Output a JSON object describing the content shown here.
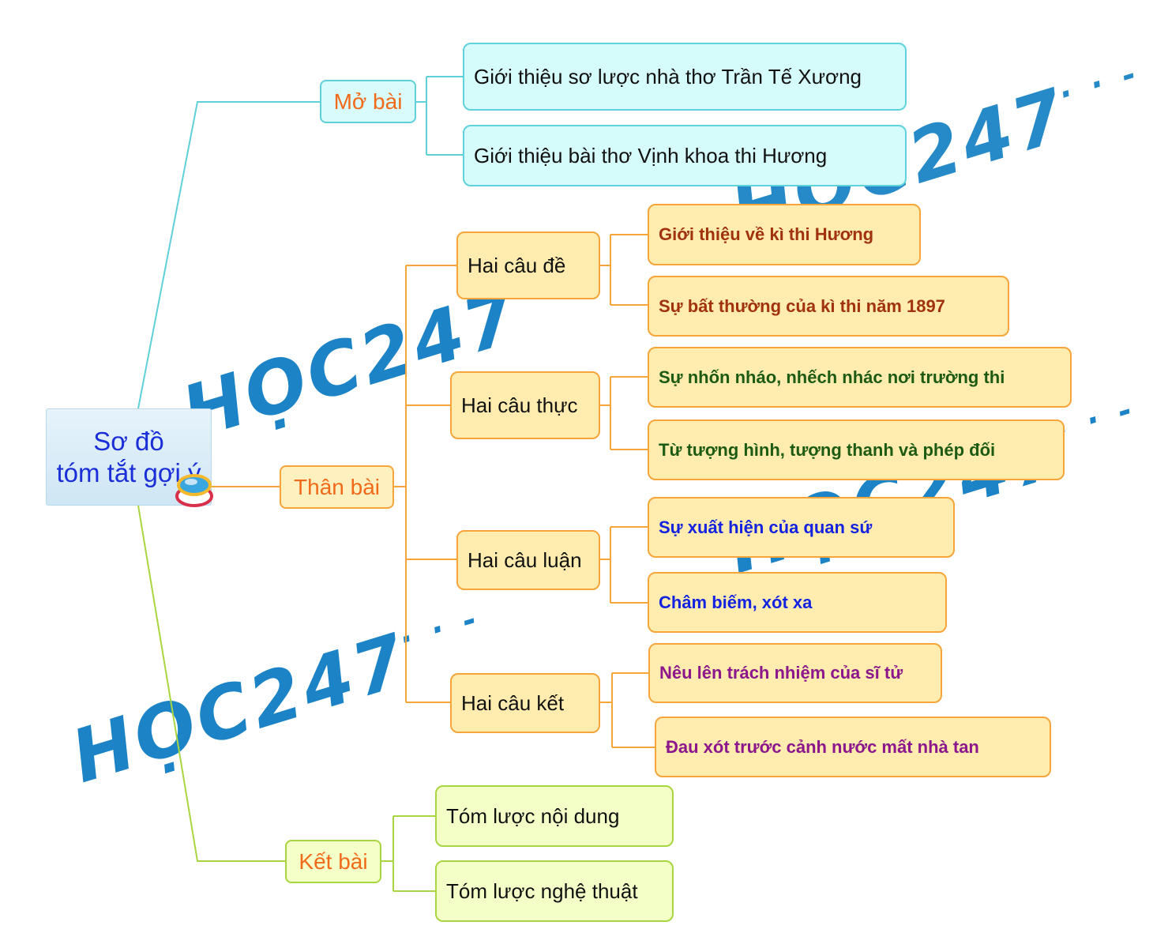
{
  "root": {
    "line1": "Sơ đồ",
    "line2": "tóm tắt gợi ý"
  },
  "mo_bai": {
    "label": "Mở bài",
    "items": [
      "Giới thiệu sơ lược nhà thơ Trần Tế Xương",
      "Giới thiệu bài thơ Vịnh khoa thi Hương"
    ]
  },
  "than_bai": {
    "label": "Thân bài",
    "groups": [
      {
        "label": "Hai câu đề",
        "items": [
          "Giới thiệu về kì thi Hương",
          "Sự bất thường của kì thi năm 1897"
        ]
      },
      {
        "label": "Hai câu thực",
        "items": [
          "Sự nhốn nháo, nhếch nhác nơi trường thi",
          "Từ tượng hình, tượng thanh và phép đối"
        ]
      },
      {
        "label": "Hai câu luận",
        "items": [
          "Sự xuất hiện của quan sứ",
          "Châm biếm, xót xa"
        ]
      },
      {
        "label": "Hai câu kết",
        "items": [
          "Nêu lên trách nhiệm của sĩ tử",
          "Đau xót trước cảnh nước mất nhà tan"
        ]
      }
    ]
  },
  "ket_bai": {
    "label": "Kết bài",
    "items": [
      "Tóm lược nội dung",
      "Tóm lược nghệ thuật"
    ]
  },
  "watermark": {
    "text": "HỌC247",
    "dots": "· · -"
  },
  "colors": {
    "cyan_branch": "#5fd0d8",
    "orange_branch": "#f5a53a",
    "green_branch": "#a8d640",
    "root_text": "#1a2fd8",
    "section_text": "#f06a1a",
    "de_text": "#a0320e",
    "thuc_text": "#1d5a12",
    "luan_text": "#1323e0",
    "ket_text": "#8c168c"
  }
}
